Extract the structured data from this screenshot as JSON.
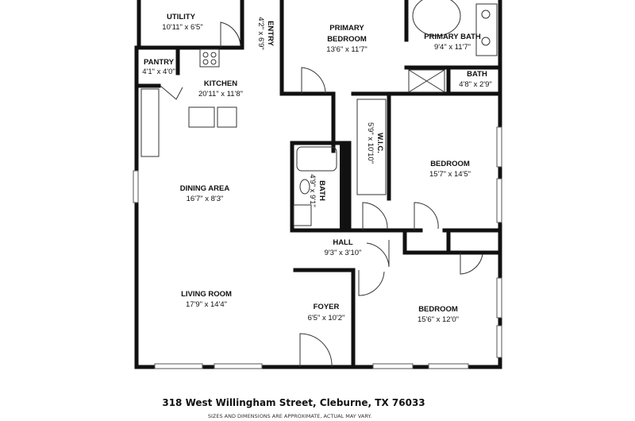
{
  "rooms": [
    {
      "name": "UTILITY",
      "dims": "10'11\" x 6'5\""
    },
    {
      "name": "ENTRY",
      "dims": "4'2\" x 6'9\""
    },
    {
      "name": "PRIMARY",
      "name2": "BEDROOM",
      "dims": "13'6\" x 11'7\""
    },
    {
      "name": "PRIMARY BATH",
      "dims": "9'4\" x 11'7\""
    },
    {
      "name": "PANTRY",
      "dims": "4'1\" x 4'0\""
    },
    {
      "name": "KITCHEN",
      "dims": "20'11\" x 11'8\""
    },
    {
      "name": "BATH",
      "dims": "4'8\" x 2'9\""
    },
    {
      "name": "W.I.C.",
      "dims": "5'9\" x 10'10\""
    },
    {
      "name": "BEDROOM",
      "dims": "15'7\" x 14'5\""
    },
    {
      "name": "DINING AREA",
      "dims": "16'7\" x 8'3\""
    },
    {
      "name": "BATH",
      "dims": "4'9\" x 9'1\""
    },
    {
      "name": "HALL",
      "dims": "9'3\" x 3'10\""
    },
    {
      "name": "LIVING ROOM",
      "dims": "17'9\" x 14'4\""
    },
    {
      "name": "FOYER",
      "dims": "6'5\" x 10'2\""
    },
    {
      "name": "BEDROOM",
      "dims": "15'6\" x 12'0\""
    }
  ],
  "address": "318 West Willingham Street, Cleburne, TX 76033",
  "disclaimer": "SIZES AND DIMENSIONS ARE APPROXIMATE, ACTUAL MAY VARY."
}
